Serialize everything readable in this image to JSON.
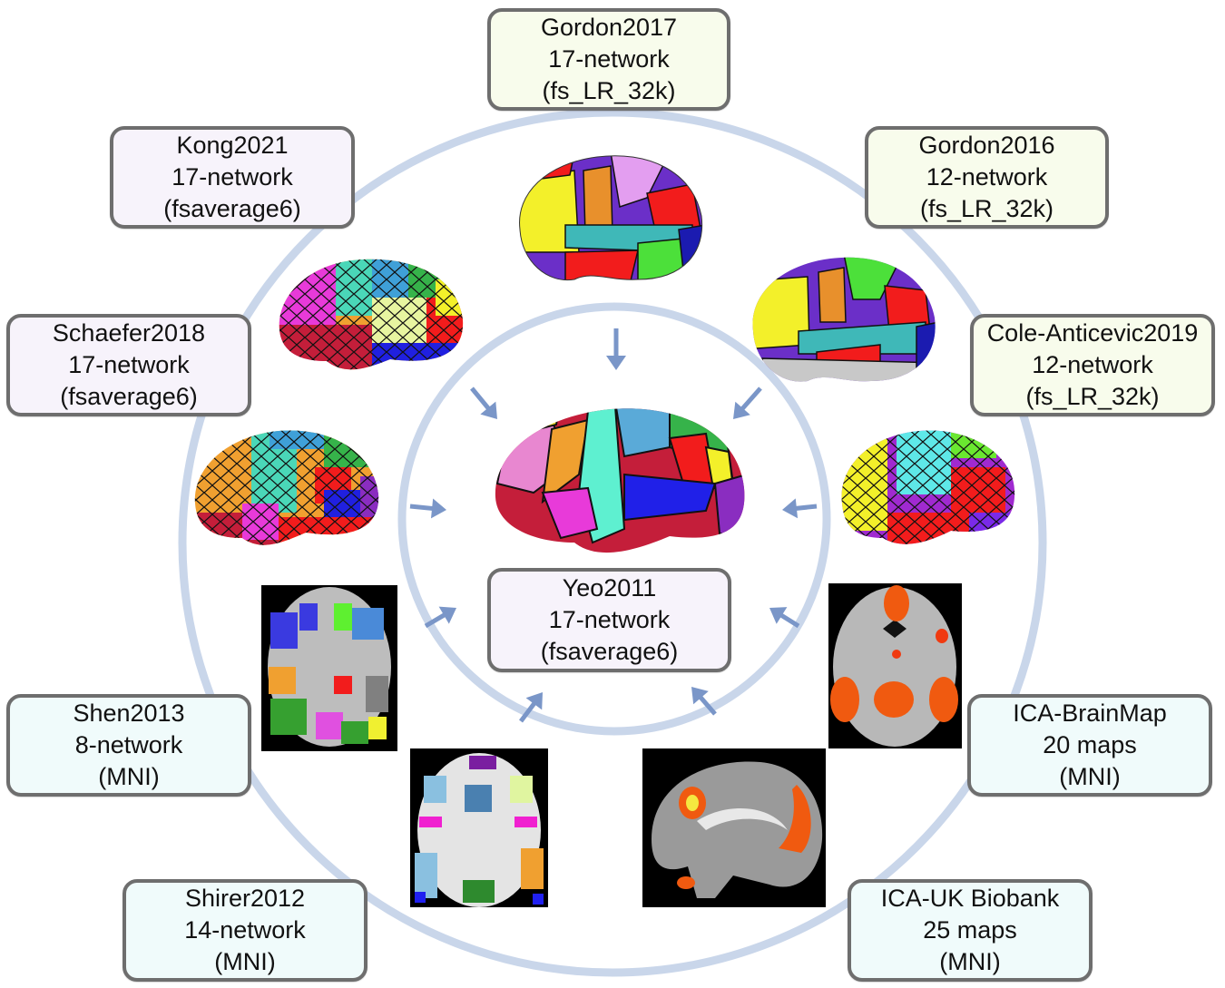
{
  "diagram": {
    "title": "",
    "center": {
      "name": "Yeo2011",
      "networks": "17-network",
      "space": "(fsaverage6)"
    },
    "atlases": [
      {
        "id": "gordon2017",
        "name": "Gordon2017",
        "networks": "17-network",
        "space": "(fs_LR_32k)",
        "category": "fs_LR_32k"
      },
      {
        "id": "gordon2016",
        "name": "Gordon2016",
        "networks": "12-network",
        "space": "(fs_LR_32k)",
        "category": "fs_LR_32k"
      },
      {
        "id": "cole-anticevic2019",
        "name": "Cole-Anticevic2019",
        "networks": "12-network",
        "space": "(fs_LR_32k)",
        "category": "fs_LR_32k"
      },
      {
        "id": "ica-brainmap",
        "name": "ICA-BrainMap",
        "networks": "20 maps",
        "space": "(MNI)",
        "category": "MNI"
      },
      {
        "id": "ica-ukbiobank",
        "name": "ICA-UK Biobank",
        "networks": "25 maps",
        "space": "(MNI)",
        "category": "MNI"
      },
      {
        "id": "shirer2012",
        "name": "Shirer2012",
        "networks": "14-network",
        "space": "(MNI)",
        "category": "MNI"
      },
      {
        "id": "shen2013",
        "name": "Shen2013",
        "networks": "8-network",
        "space": "(MNI)",
        "category": "MNI"
      },
      {
        "id": "schaefer2018",
        "name": "Schaefer2018",
        "networks": "17-network",
        "space": "(fsaverage6)",
        "category": "fsaverage6"
      },
      {
        "id": "kong2021",
        "name": "Kong2021",
        "networks": "17-network",
        "space": "(fsaverage6)",
        "category": "fsaverage6"
      }
    ],
    "colors": {
      "ring": "#c9d6ea",
      "arrow": "#7a96c8",
      "box_border": "#6e6e6e",
      "fill_fsaverage6": "#f7f3fb",
      "fill_fs_LR_32k": "#f8fcec",
      "fill_MNI": "#f0fbfb"
    }
  }
}
